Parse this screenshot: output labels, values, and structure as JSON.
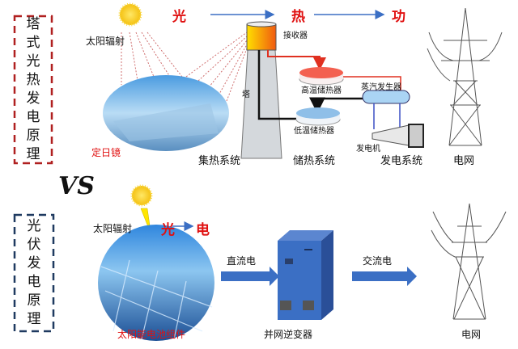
{
  "top": {
    "title": [
      "塔",
      "式",
      "光",
      "热",
      "发",
      "电",
      "原",
      "理"
    ],
    "solar_radiation": "太阳辐射",
    "flow": [
      "光",
      "热",
      "功"
    ],
    "receiver": "接收器",
    "tower": "塔",
    "heliostat": "定日镜",
    "hot_storage": "高温储热器",
    "cold_storage": "低温储热器",
    "steam_generator": "蒸汽发生器",
    "generator": "发电机",
    "systems": [
      "集热系统",
      "储热系统",
      "发电系统",
      "电网"
    ]
  },
  "vs": "VS",
  "bottom": {
    "title": [
      "光",
      "伏",
      "发",
      "电",
      "原",
      "理"
    ],
    "solar_radiation": "太阳辐射",
    "flow": [
      "光",
      "电"
    ],
    "panel": "太阳能电池组件",
    "dc": "直流电",
    "inverter": "并网逆变器",
    "ac": "交流电",
    "grid": "电网"
  },
  "colors": {
    "red": "#e01010",
    "blue": "#3b6fc4",
    "navy": "#1f3a60"
  }
}
